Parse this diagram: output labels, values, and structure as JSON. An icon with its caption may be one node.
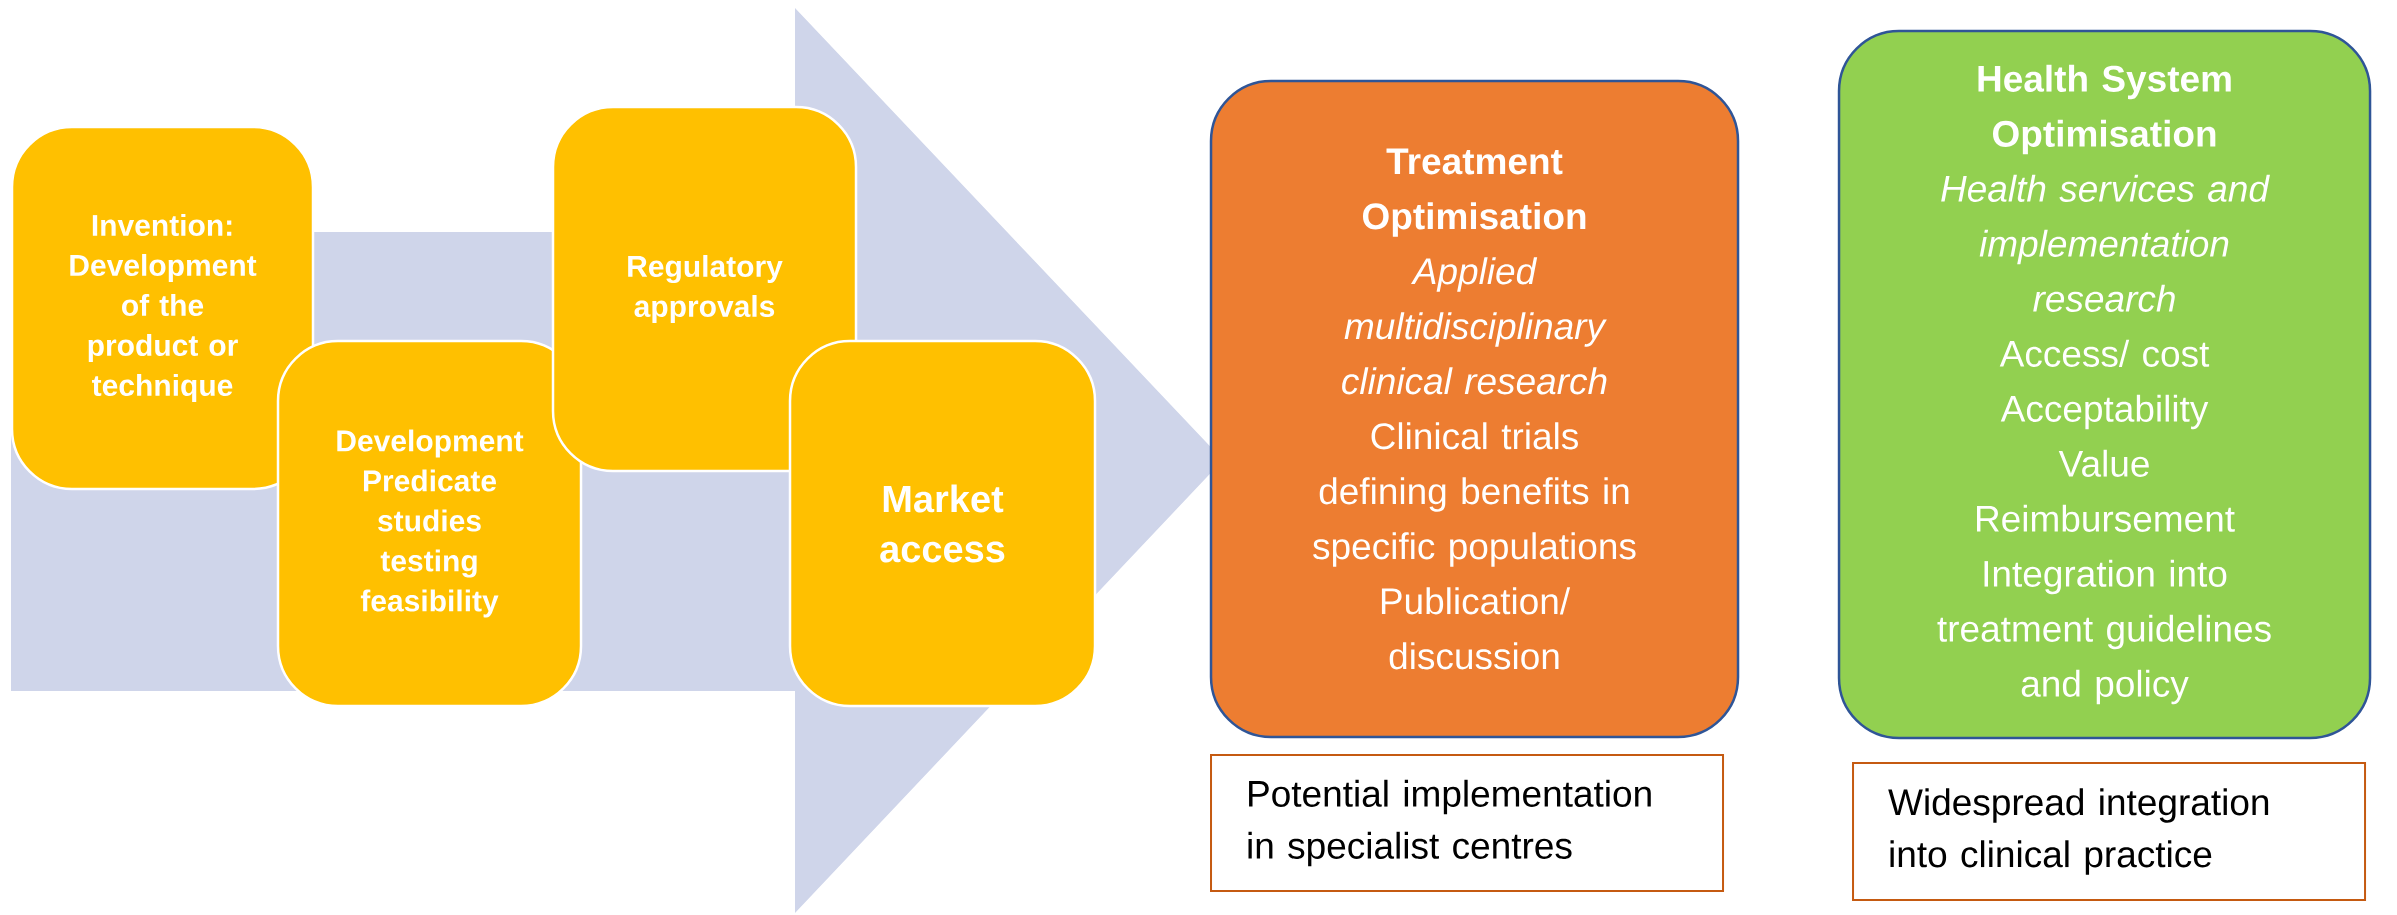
{
  "diagram": {
    "nodes": [
      {
        "text": [
          "Invention: Development of the product or technique"
        ]
      },
      {
        "text": [
          "Development",
          "Predicate studies testing feasibility"
        ]
      },
      {
        "text": [
          "Regulatory approvals"
        ]
      },
      {
        "text": [
          "Market access"
        ]
      },
      {
        "text": [
          "Treatment Optimisation",
          "Applied multidisciplinary clinical research",
          "Clinical trials defining benefits in specific populations",
          "Publication/ discussion"
        ]
      },
      {
        "text": [
          "Health System Optimisation",
          "Health services and implementation research",
          "Access/ cost",
          "Acceptability",
          "Value",
          "Reimbursement",
          "Integration into treatment guidelines and policy"
        ]
      },
      {
        "text": [
          "Potential implementation in specialist centres"
        ]
      },
      {
        "text": [
          "Widespread integration into clinical practice"
        ]
      }
    ],
    "edges": [
      {
        "from": 0,
        "to": 4,
        "arrow": "to"
      }
    ]
  }
}
